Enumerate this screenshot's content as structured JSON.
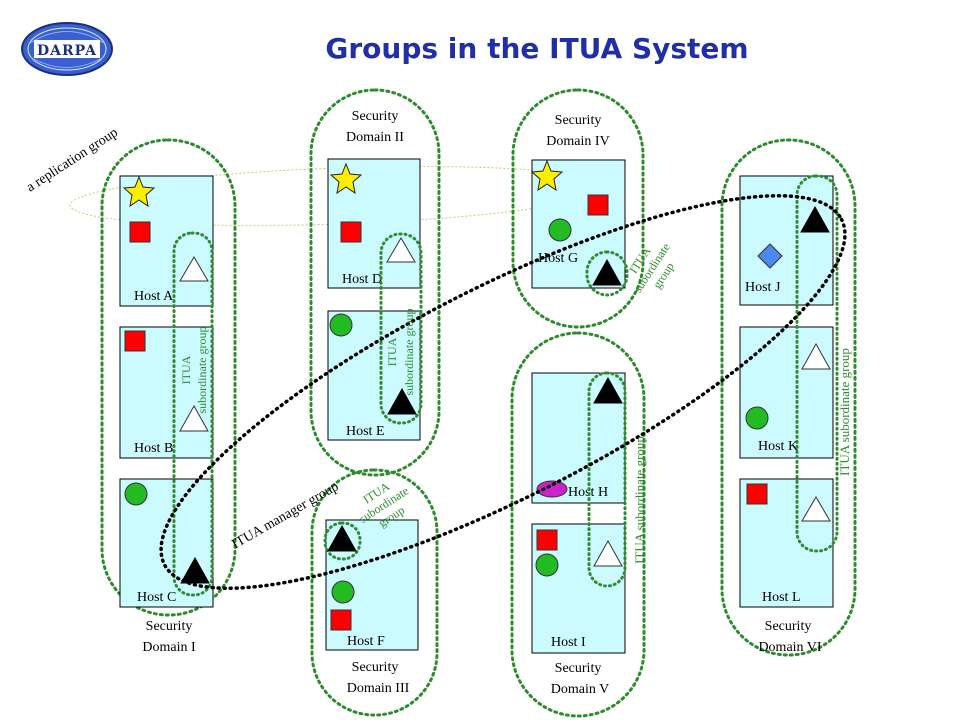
{
  "title": "Groups in the ITUA System",
  "logo_text": "DARPA",
  "colors": {
    "title": "#1f2fa6",
    "host_fill": "#ccfbff",
    "group_green": "#2e8b2e",
    "square": "#ff0000",
    "circle": "#22bb22",
    "diamond": "#4d88ee",
    "ellipse": "#cc22cc"
  },
  "domains": [
    {
      "label_line1": "Security",
      "label_line2": "Domain I"
    },
    {
      "label_line1": "Security",
      "label_line2": "Domain II"
    },
    {
      "label_line1": "Security",
      "label_line2": "Domain III"
    },
    {
      "label_line1": "Security",
      "label_line2": "Domain IV"
    },
    {
      "label_line1": "Security",
      "label_line2": "Domain V"
    },
    {
      "label_line1": "Security",
      "label_line2": "Domain VI"
    }
  ],
  "hosts": {
    "a": "Host A",
    "b": "Host B",
    "c": "Host C",
    "d": "Host D",
    "e": "Host E",
    "f": "Host F",
    "g": "Host G",
    "h": "Host H",
    "i": "Host I",
    "j": "Host J",
    "k": "Host K",
    "l": "Host L"
  },
  "groups": {
    "replication": "a replication group",
    "manager": "ITUA manager group",
    "sub_line1": "ITUA",
    "sub_line2": "subordinate",
    "sub_line3": "group",
    "sub_two_line2": "subordinate group",
    "sub_single": "ITUA subordinate group"
  }
}
